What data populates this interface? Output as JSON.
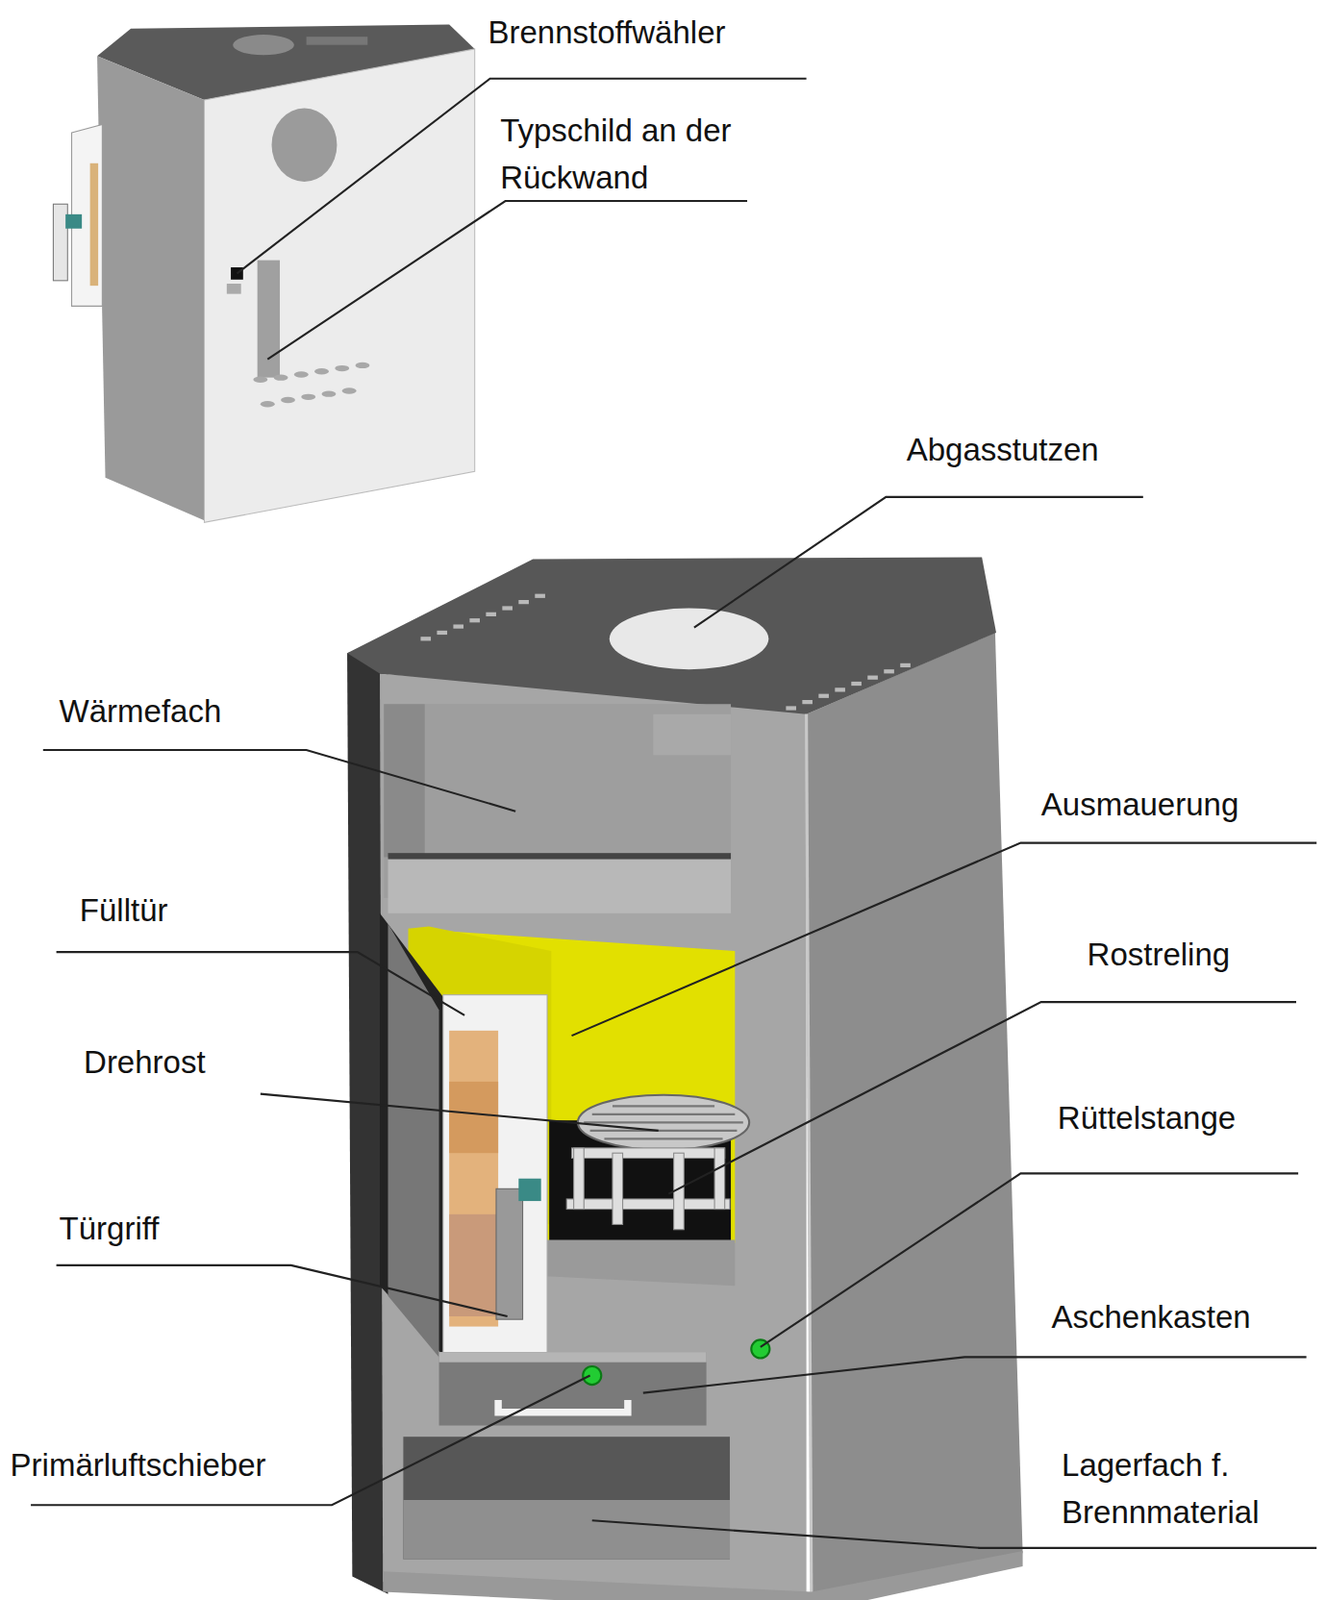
{
  "diagram": {
    "labels": [
      "Brennstoffwähler",
      "Typschild an der Rückwand",
      "Abgasstutzen",
      "Wärmefach",
      "Ausmauerung",
      "Fülltür",
      "Rostreling",
      "Drehrost",
      "Rüttelstange",
      "Türgriff",
      "Aschenkasten",
      "Primärluftschieber",
      "Lagerfach f. Brennmaterial"
    ]
  }
}
